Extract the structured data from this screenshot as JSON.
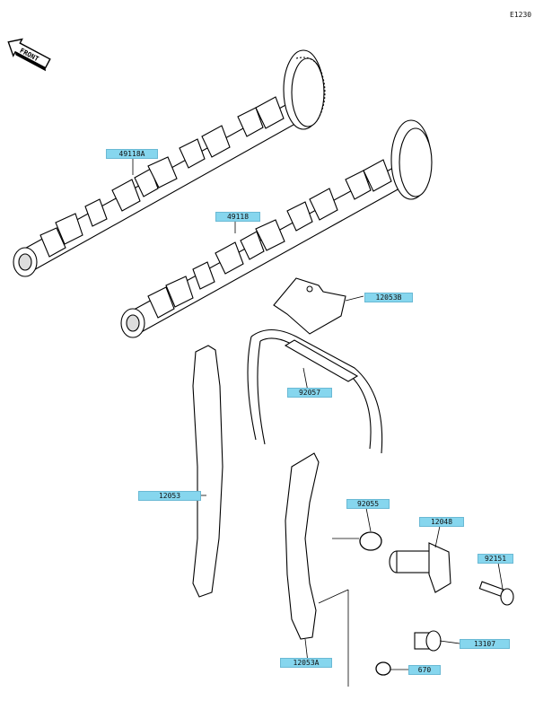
{
  "diagram": {
    "ref_code": "E1230",
    "front_label": "FRONT",
    "parts": [
      {
        "id": "camshaft-intake",
        "number": "49118A"
      },
      {
        "id": "camshaft-exhaust",
        "number": "49118"
      },
      {
        "id": "chain-guide-upper",
        "number": "12053B"
      },
      {
        "id": "cam-chain",
        "number": "92057"
      },
      {
        "id": "chain-guide-front",
        "number": "12053"
      },
      {
        "id": "o-ring",
        "number": "92055"
      },
      {
        "id": "chain-tensioner",
        "number": "12048"
      },
      {
        "id": "bolt",
        "number": "92151"
      },
      {
        "id": "tensioner-guide",
        "number": "12053A"
      },
      {
        "id": "cap-bolt",
        "number": "13107"
      },
      {
        "id": "gasket-ring",
        "number": "670"
      }
    ],
    "colors": {
      "label_fill": "#86d6ee",
      "label_border": "#6ab9d4",
      "line": "#000000"
    }
  }
}
